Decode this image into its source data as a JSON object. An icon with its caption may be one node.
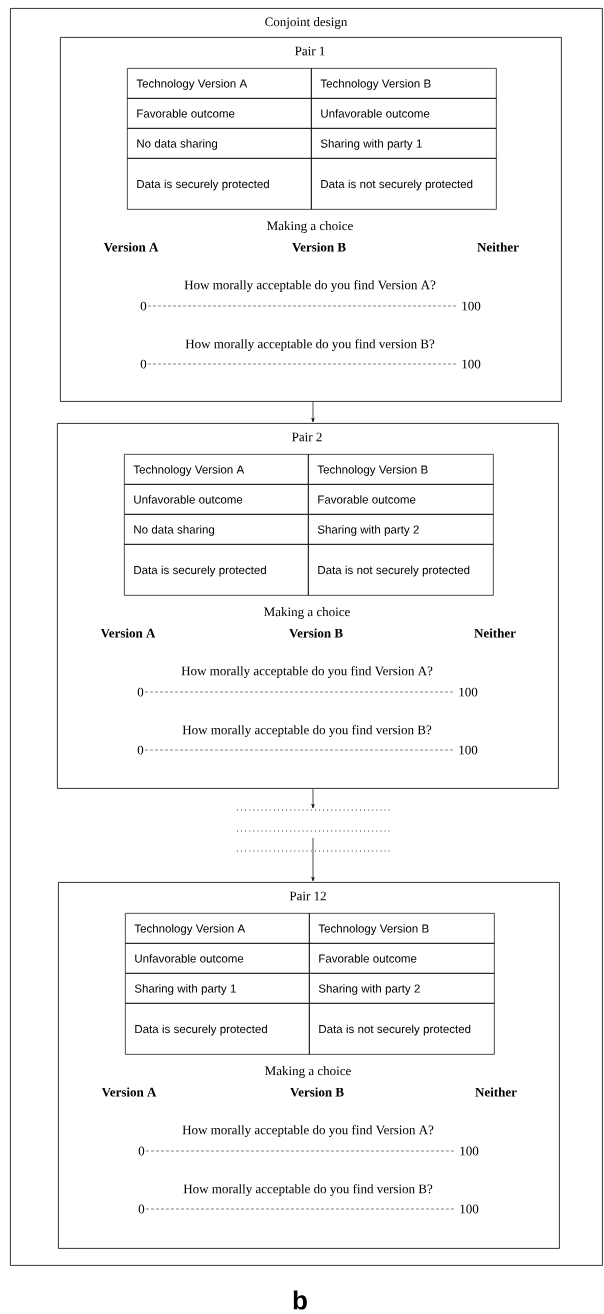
{
  "diagram": {
    "nodes": [
      {
        "text": [
          "Conjoint design"
        ]
      },
      {
        "text": [
          "Pair 1",
          "Making a choice",
          "Version A",
          "Version B",
          "Neither",
          "How morally acceptable do you find Version A?",
          "0",
          "100",
          "How morally acceptable do you find version B?",
          "0",
          "100"
        ],
        "in": 0
      },
      {
        "text": [
          "Technology Version A",
          "Technology Version B",
          "Favorable outcome",
          "Unfavorable outcome",
          "No data sharing",
          "Sharing with party 1",
          "Data is securely protected",
          "Data is not securely protected"
        ],
        "in": 1
      },
      {
        "text": [
          "Pair 2",
          "Making a choice",
          "Version A",
          "Version B",
          "Neither",
          "How morally acceptable do you find Version A?",
          "0",
          "100",
          "How morally acceptable do you find version B?",
          "0",
          "100"
        ],
        "in": 0
      },
      {
        "text": [
          "Technology Version A",
          "Technology Version B",
          "Unfavorable outcome",
          "Favorable outcome",
          "No data sharing",
          "Sharing with party 2",
          "Data is securely protected",
          "Data is not securely protected"
        ],
        "in": 3
      },
      {
        "text": [
          "Pair 12",
          "Making a choice",
          "Version A",
          "Version B",
          "Neither",
          "How morally acceptable do you find Version A?",
          "0",
          "100",
          "How morally acceptable do you find version B?",
          "0",
          "100"
        ],
        "in": 0
      },
      {
        "text": [
          "Technology Version A",
          "Technology Version B",
          "Unfavorable outcome",
          "Favorable outcome",
          "Sharing with party 1",
          "Sharing with party 2",
          "Data is securely protected",
          "Data is not securely protected"
        ],
        "in": 5
      }
    ],
    "edges": [
      {
        "from": 1,
        "to": 3,
        "arrow": "to"
      },
      {
        "from": 3,
        "to": null,
        "arrow": "to"
      },
      {
        "from": null,
        "to": 5,
        "arrow": "to"
      }
    ],
    "labels": [
      "b"
    ]
  }
}
